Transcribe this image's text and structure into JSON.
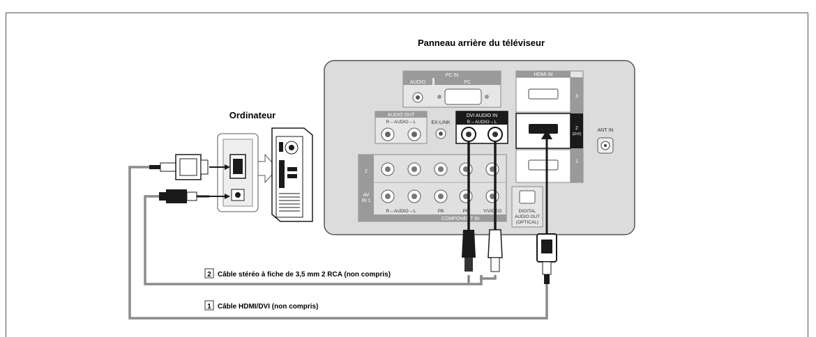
{
  "titles": {
    "tv_panel": "Panneau arrière du téléviseur",
    "computer": "Ordinateur"
  },
  "panel_labels": {
    "pc_in": "PC IN",
    "audio": "AUDIO",
    "pc": "PC",
    "audio_out": "AUDIO OUT",
    "audio_out_sub": "R – AUDIO – L",
    "ex_link": "EX-LINK",
    "dvi_audio_in": "DVI AUDIO IN",
    "dvi_audio_sub": "R – AUDIO – L",
    "hdmi_in": "HDMI IN",
    "hdmi_3": "3",
    "hdmi_2": "2",
    "hdmi_2_sub": "(DVI)",
    "hdmi_1": "1",
    "ant_in": "ANT IN",
    "row_2": "2",
    "row_1": "1",
    "av_in": "AV",
    "av_in_2": "IN 1",
    "bottom_audio": "R – AUDIO – L",
    "pb": "PB",
    "pr": "PR",
    "y_video": "Y/VIDEO",
    "component_in": "COMPONENT IN",
    "digital": "DIGITAL",
    "audio_out2": "AUDIO OUT",
    "optical": "(OPTICAL)"
  },
  "cables": [
    {
      "number": "2",
      "label": "Câble stéréo à fiche de 3,5 mm 2 RCA (non compris)"
    },
    {
      "number": "1",
      "label": "Câble HDMI/DVI (non compris)"
    }
  ],
  "colors": {
    "panel_bg": "#dcdcdc",
    "panel_border": "#666666",
    "cable": "#8c8c8c",
    "dark": "#1a1a1a"
  }
}
